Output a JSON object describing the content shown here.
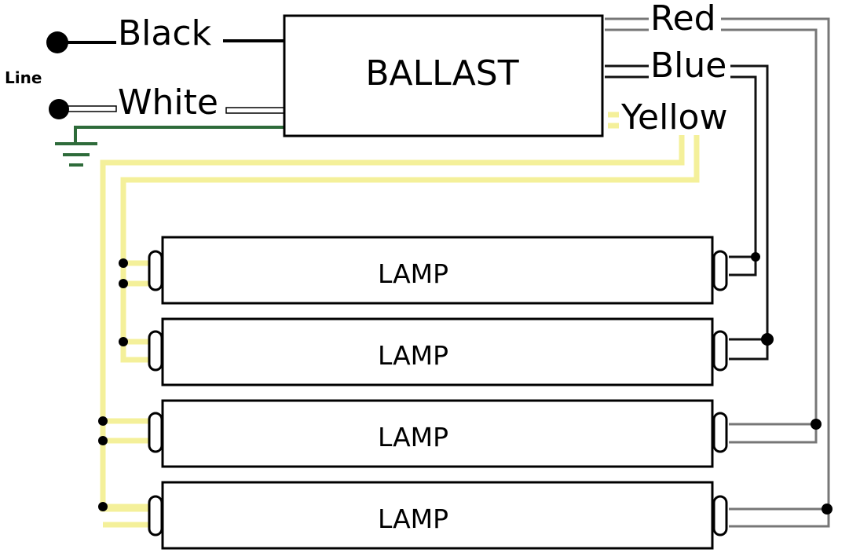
{
  "line_label": "Line",
  "ballast_label": "BALLAST",
  "lamp_label": "LAMP",
  "wires": {
    "black": "Black",
    "white": "White",
    "red": "Red",
    "blue": "Blue",
    "yellow": "Yellow"
  },
  "colors": {
    "yellow_wire": "#f4f09a",
    "ground_wire": "#2e6b3a",
    "red_wire": "#777777",
    "blue_wire": "#111111"
  }
}
